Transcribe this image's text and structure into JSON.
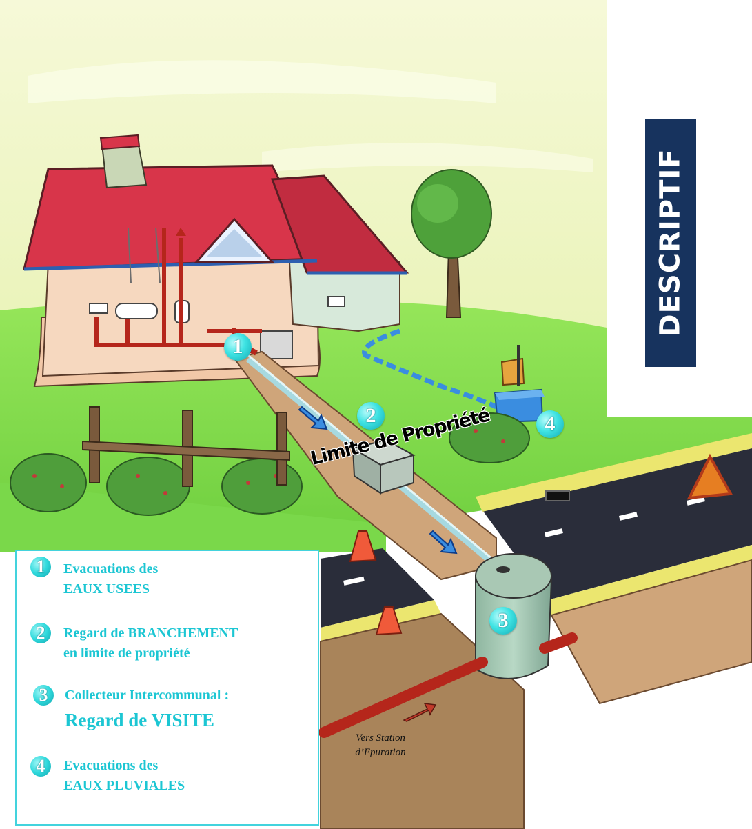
{
  "side_tab": {
    "label": "DESCRIPTIF"
  },
  "markers": [
    "1",
    "2",
    "3",
    "4"
  ],
  "property_line_label": "Limite de Propriété",
  "destination_label": {
    "line1": "Vers Station",
    "line2": "d’Epuration"
  },
  "legend": {
    "items": [
      {
        "number": "1",
        "line1": "Evacuations des",
        "line2": "EAUX USEES"
      },
      {
        "number": "2",
        "line1": "Regard de BRANCHEMENT",
        "line2": "en limite de propriété"
      },
      {
        "number": "3",
        "line1": "Collecteur Intercommunal :",
        "line2": "Regard de VISITE"
      },
      {
        "number": "4",
        "line1": "Evacuations des",
        "line2": "EAUX PLUVIALES"
      }
    ]
  },
  "colors": {
    "sky": "#f1f6c8",
    "grass": "#86e04d",
    "roof": "#d8354a",
    "wall": "#f3d0b5",
    "sewer_pipe": "#b5261b",
    "rain_water": "#3a8de0",
    "trench": "#cfa57a",
    "road": "#2a2d3a",
    "curb": "#ebe66f",
    "legend_border": "#43d3dd",
    "legend_text": "#1cc6d3",
    "tab_background": "#17335e"
  }
}
